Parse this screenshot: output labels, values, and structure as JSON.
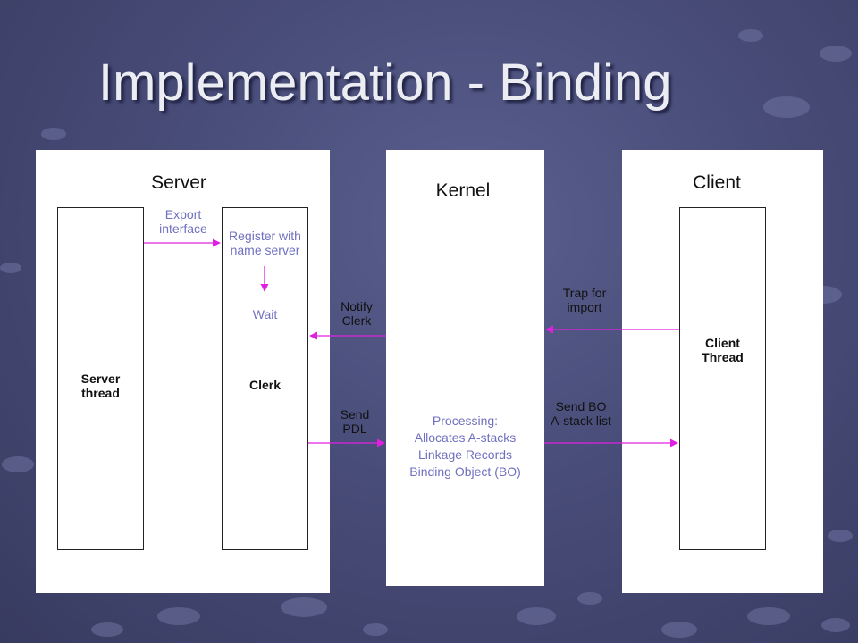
{
  "slide": {
    "title": "Implementation - Binding"
  },
  "server": {
    "heading": "Server",
    "server_thread_label": [
      "Server",
      "thread"
    ],
    "export_label": [
      "Export",
      "interface"
    ],
    "register_label": [
      "Register with",
      "name server"
    ],
    "wait_label": "Wait",
    "clerk_label": "Clerk"
  },
  "kernel": {
    "heading": "Kernel",
    "notify_label": [
      "Notify",
      "Clerk"
    ],
    "send_pdl_label": [
      "Send",
      "PDL"
    ],
    "processing_lines": [
      "Processing:",
      "Allocates A-stacks",
      "Linkage Records",
      "Binding Object (BO)"
    ]
  },
  "client": {
    "heading": "Client",
    "client_thread_label": [
      "Client",
      "Thread"
    ],
    "trap_label": [
      "Trap for",
      "import"
    ],
    "send_bo_label": [
      "Send BO",
      "A-stack list"
    ]
  },
  "colors": {
    "arrow": "#e020e0",
    "accent_text": "#7070c0",
    "background": "#484c78"
  }
}
